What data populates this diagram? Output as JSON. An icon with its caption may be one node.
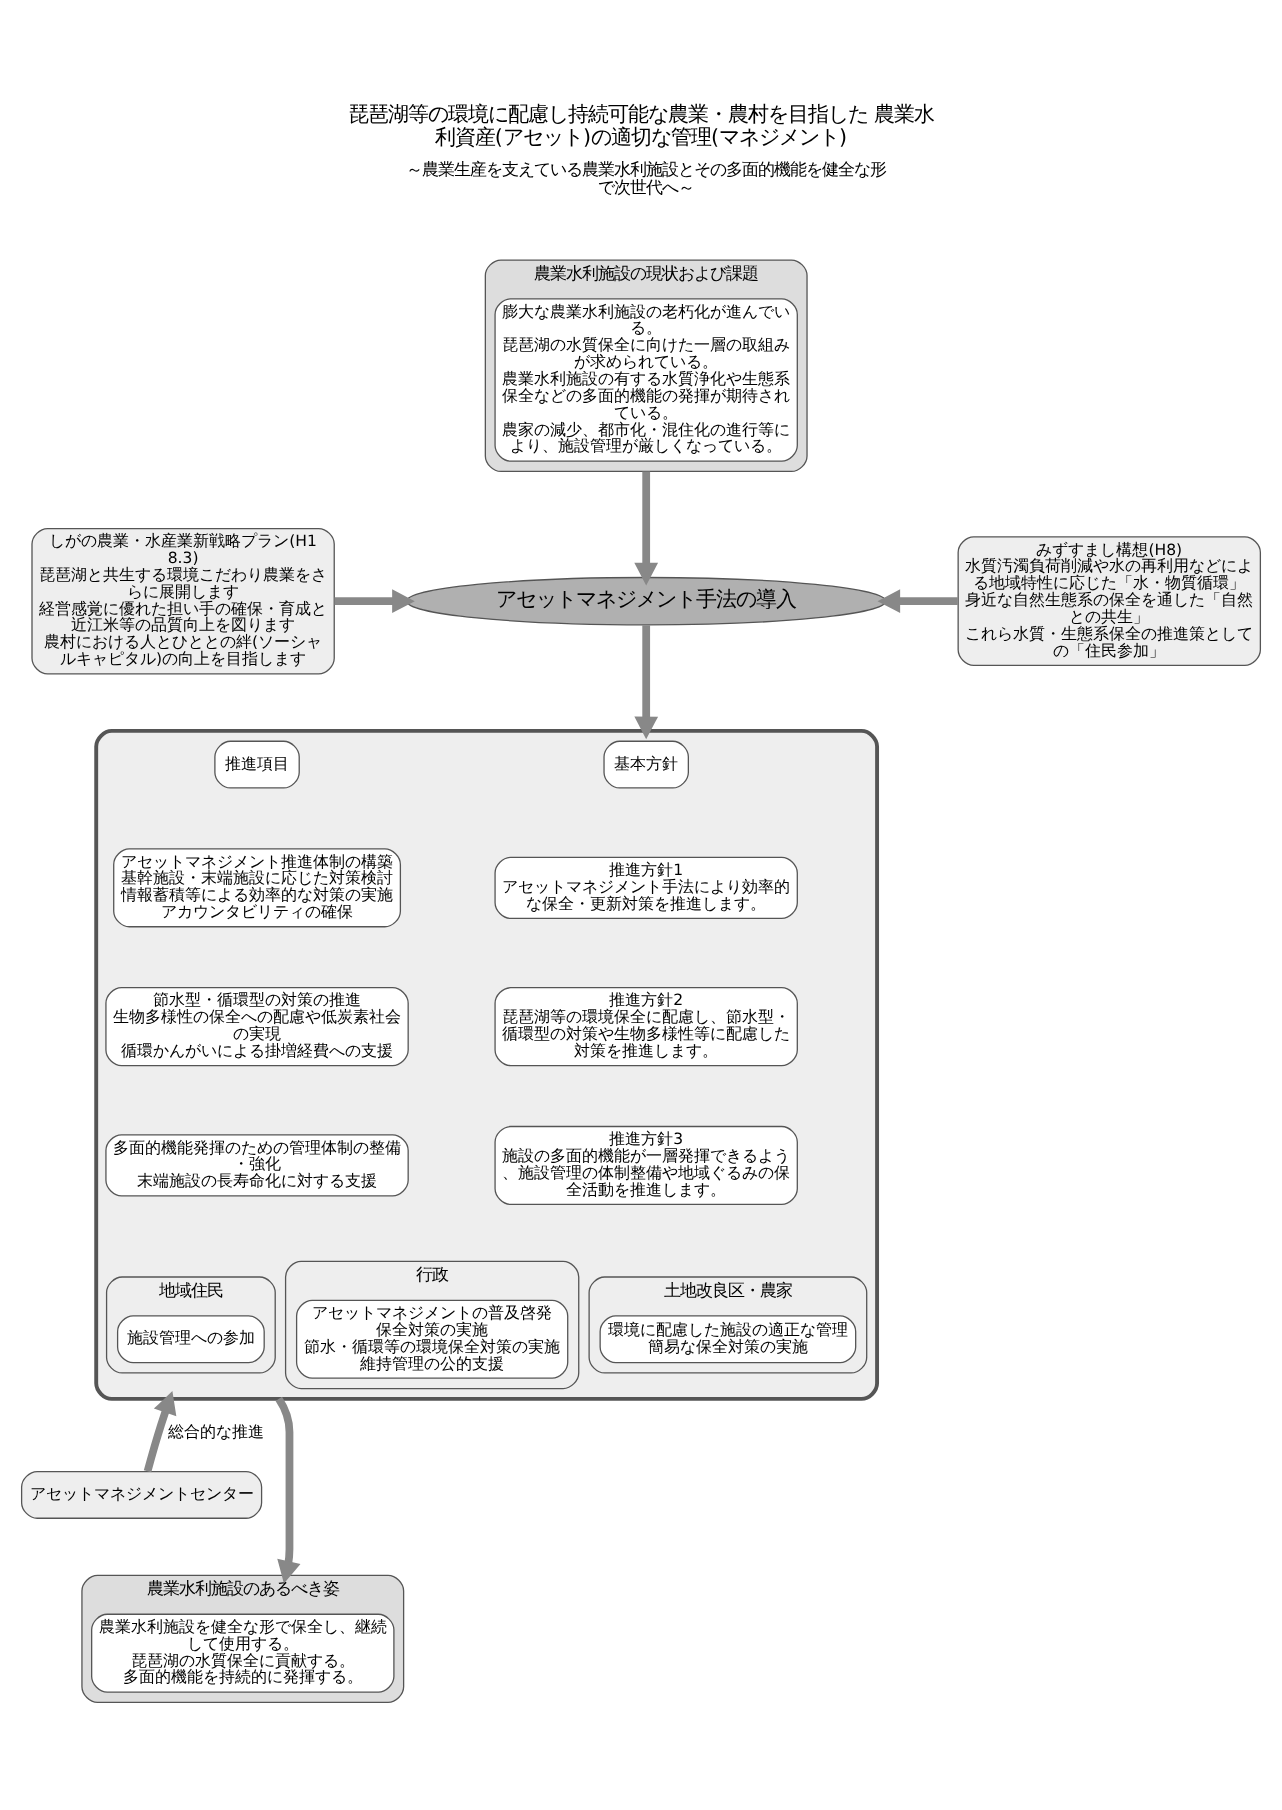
{
  "diagram": {
    "title": "琵琶湖等の環境に配慮し持続可能な農業・農村を目指した 農業水利資産(アセット)の適切な管理(マネジメント)",
    "labels": [
      "～農業生産を支えている農業水利施設とその多面的機能を健全な形で次世代へ～"
    ],
    "nodes": [
      {
        "text": [
          "農業水利施設の現状および課題"
        ]
      },
      {
        "text": [
          "膨大な農業水利施設の老朽化が進んでいる。",
          "琵琶湖の水質保全に向けた一層の取組みが求められている。",
          "農業水利施設の有する水質浄化や生態系保全などの多面的機能の発揮が期待されている。",
          "農家の減少、都市化・混住化の進行等により、施設管理が厳しくなっている。"
        ],
        "in": 0
      },
      {
        "text": [
          "しがの農業・水産業新戦略プラン(H18.3)",
          "琵琶湖と共生する環境こだわり農業をさらに展開します",
          "経営感覚に優れた担い手の確保・育成と近江米等の品質向上を図ります",
          "農村における人とひととの絆(ソーシャルキャピタル)の向上を目指します"
        ]
      },
      {
        "text": [
          "アセットマネジメント手法の導入"
        ]
      },
      {
        "text": [
          "みずすまし構想(H8)",
          "水質汚濁負荷削減や水の再利用などによる地域特性に応じた「水・物質循環」",
          "身近な自然生態系の保全を通した「自然との共生」",
          "これら水質・生態系保全の推進策としての「住民参加」"
        ]
      },
      {
        "text": [],
        "shape": "box"
      },
      {
        "text": [
          "基本方針"
        ],
        "in": 5
      },
      {
        "text": [
          "推進項目"
        ],
        "in": 5
      },
      {
        "text": [
          "推進方針1",
          "アセットマネジメント手法により効率的な保全・更新対策を推進します。"
        ],
        "in": 5
      },
      {
        "text": [
          "アセットマネジメント推進体制の構築",
          "基幹施設・末端施設に応じた対策検討",
          "情報蓄積等による効率的な対策の実施",
          "アカウンタビリティの確保"
        ],
        "in": 5
      },
      {
        "text": [
          "推進方針2",
          "琵琶湖等の環境保全に配慮し、節水型・循環型の対策や生物多様性等に配慮した対策を推進します。"
        ],
        "in": 5
      },
      {
        "text": [
          "節水型・循環型の対策の推進",
          "生物多様性の保全への配慮や低炭素社会の実現",
          "循環かんがいによる掛増経費への支援"
        ],
        "in": 5
      },
      {
        "text": [
          "推進方針3",
          "施設の多面的機能が一層発揮できるよう、施設管理の体制整備や地域ぐるみの保全活動を推進します。"
        ],
        "in": 5
      },
      {
        "text": [
          "多面的機能発揮のための管理体制の整備・強化",
          "末端施設の長寿命化に対する支援"
        ],
        "in": 5
      },
      {
        "text": [
          "行政"
        ],
        "in": 5
      },
      {
        "text": [
          "アセットマネジメントの普及啓発",
          "保全対策の実施",
          "節水・循環等の環境保全対策の実施",
          "維持管理の公的支援"
        ],
        "in": 14
      },
      {
        "text": [
          "土地改良区・農家"
        ],
        "in": 5
      },
      {
        "text": [
          "環境に配慮した施設の適正な管理",
          "簡易な保全対策の実施"
        ],
        "in": 16
      },
      {
        "text": [
          "地域住民"
        ],
        "in": 5
      },
      {
        "text": [
          "施設管理への参加"
        ],
        "in": 18
      },
      {
        "text": [
          "アセットマネジメントセンター"
        ]
      },
      {
        "text": [
          "農業水利施設のあるべき姿"
        ]
      },
      {
        "text": [
          "農業水利施設を健全な形で保全し、継続して使用する。",
          "琵琶湖の水質保全に貢献する。",
          "多面的機能を持続的に発揮する。"
        ],
        "in": 21
      }
    ],
    "edges": [
      {
        "from": 0,
        "to": 3,
        "arrow": "to"
      },
      {
        "from": 2,
        "to": 3,
        "arrow": "to"
      },
      {
        "from": 4,
        "to": 3,
        "arrow": "to"
      },
      {
        "from": 3,
        "to": 5,
        "arrow": "to"
      },
      {
        "from": 20,
        "to": 5,
        "arrow": "to",
        "label": "総合的な推進"
      },
      {
        "from": 5,
        "to": 21,
        "arrow": "to"
      }
    ]
  }
}
